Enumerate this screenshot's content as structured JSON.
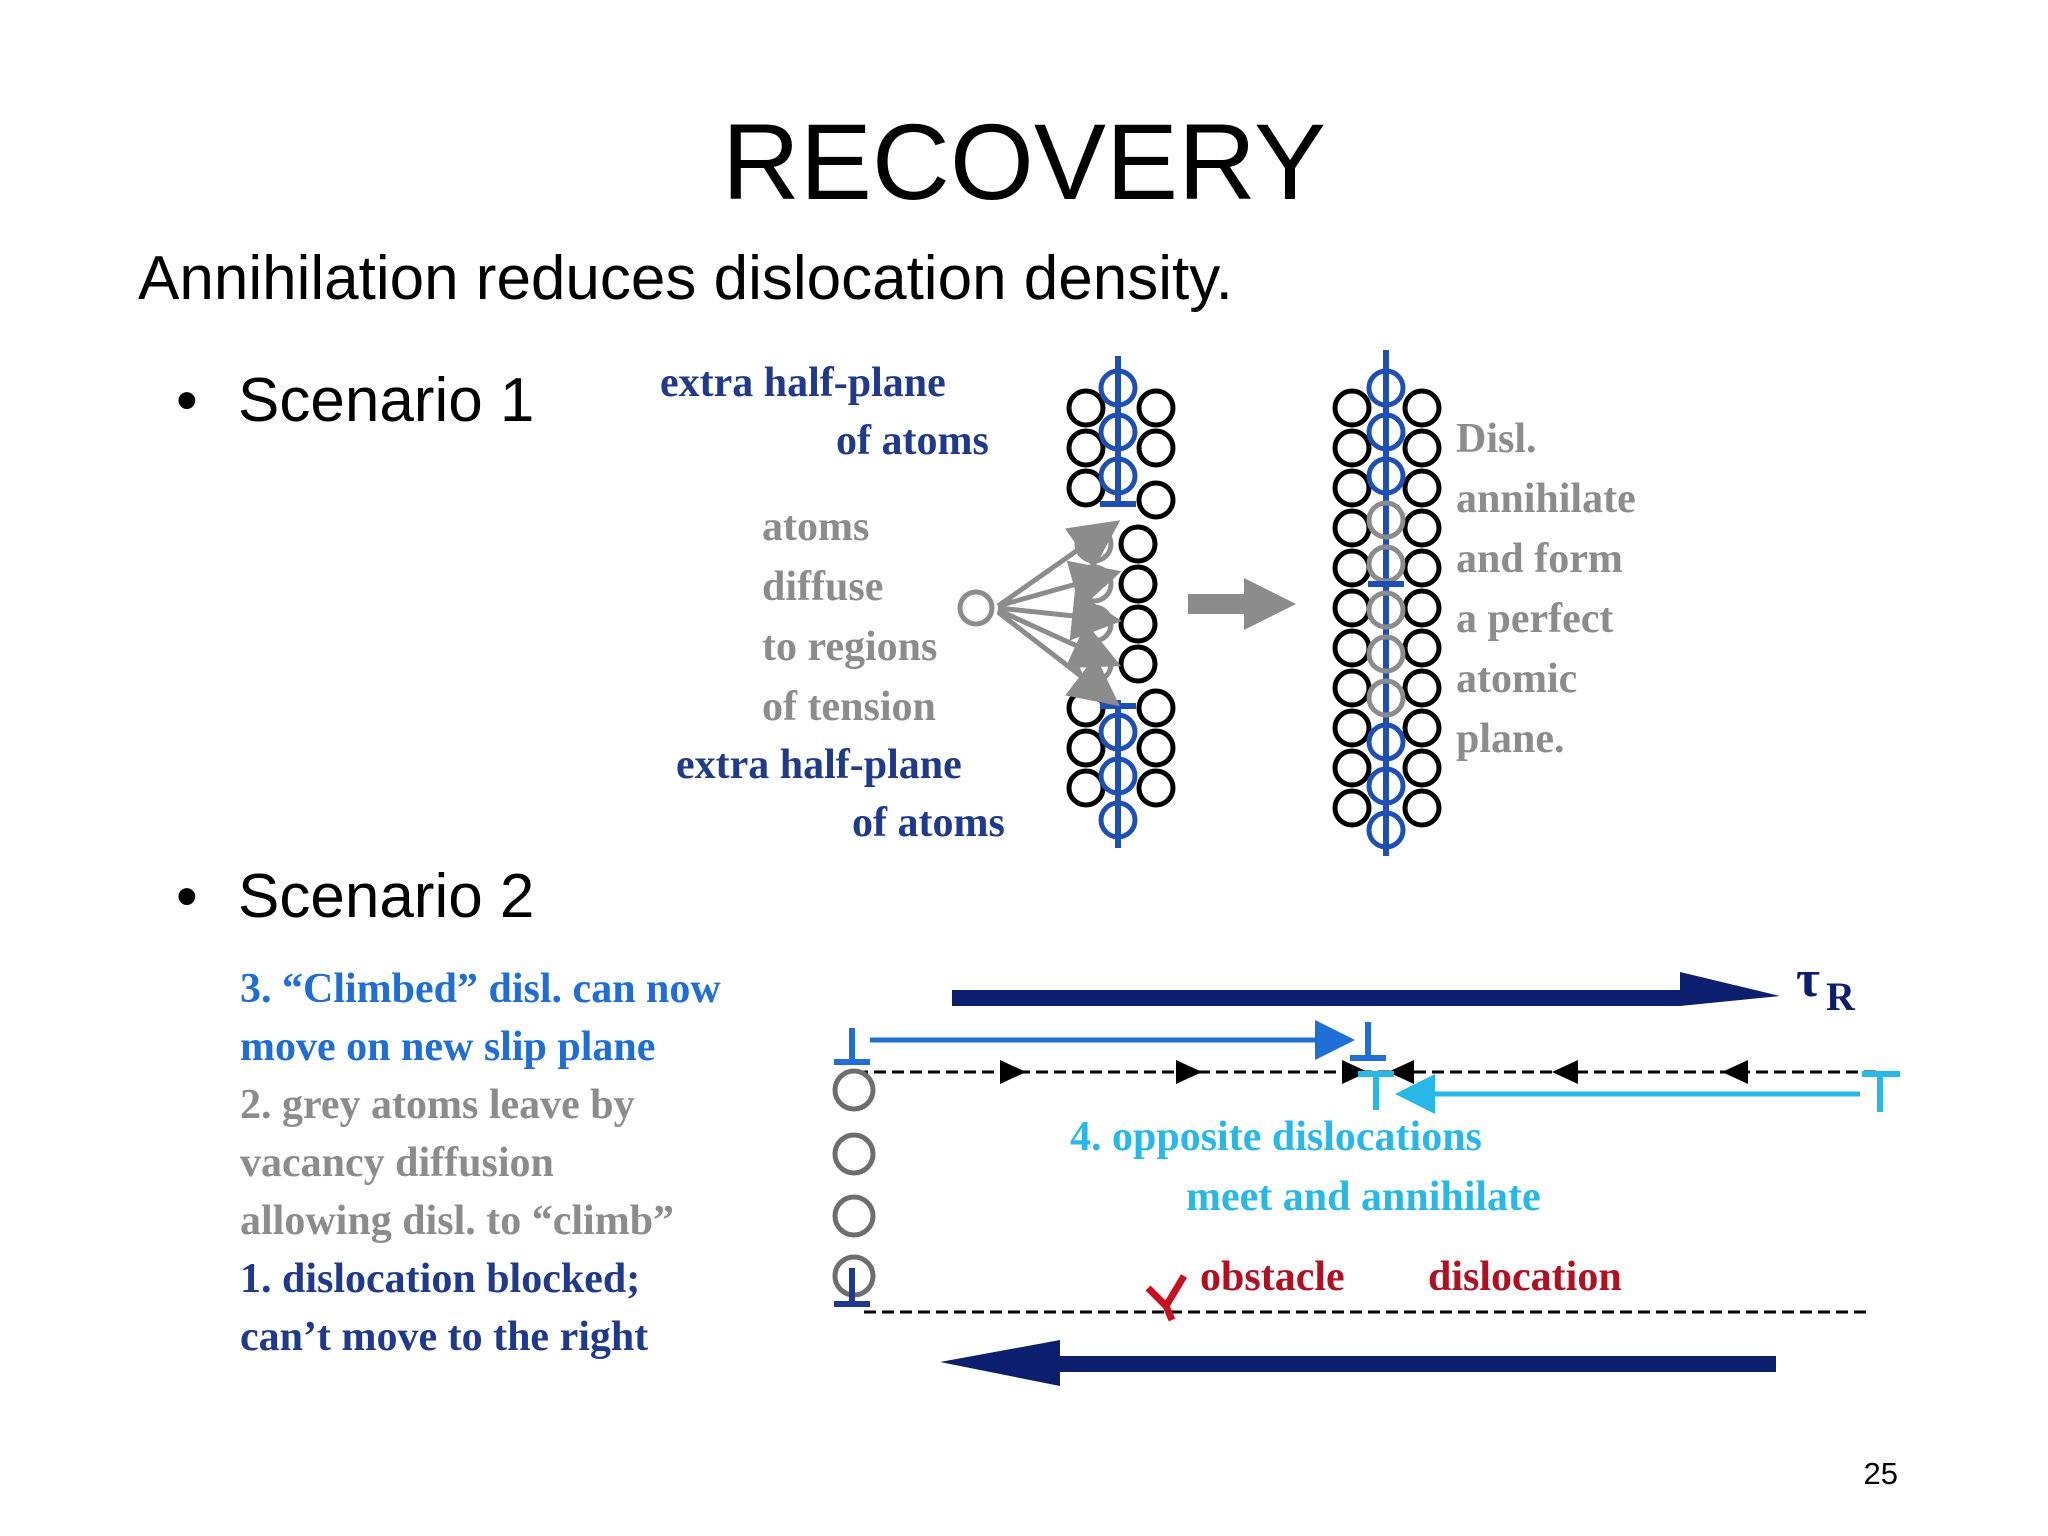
{
  "slide": {
    "title": "RECOVERY",
    "subtitle": "Annihilation reduces dislocation density.",
    "bullets": [
      {
        "marker": "•",
        "label": "Scenario 1"
      },
      {
        "marker": "•",
        "label": "Scenario 2"
      }
    ],
    "page_number": "25"
  },
  "scenario1": {
    "top_label_line1": "extra half-plane",
    "top_label_line2": "of atoms",
    "diffuse_lines": [
      "atoms",
      "diffuse",
      "to regions",
      "of tension"
    ],
    "bottom_label_line1": "extra half-plane",
    "bottom_label_line2": "of atoms",
    "result_lines": [
      "Disl.",
      "annihilate",
      "and form",
      "a perfect",
      "atomic",
      "plane."
    ]
  },
  "scenario2": {
    "step3_line1": "3.  “Climbed” disl. can now",
    "step3_line2": "move on new slip plane",
    "step2_line1": "2.  grey atoms leave by",
    "step2_line2": "vacancy diffusion",
    "step2_line3": "allowing disl. to “climb”",
    "step1_line1": "1.  dislocation blocked;",
    "step1_line2": "can’t move to the right",
    "step4_line1": "4.  opposite dislocations",
    "step4_line2": "meet and annihilate",
    "obstacle_label": "obstacle",
    "dislocation_label": "dislocation",
    "stress_symbol": "τ",
    "stress_subscript": "R"
  },
  "colors": {
    "navy": "#1f3a8c",
    "blue": "#1e6ed6",
    "cyan": "#28b8e8",
    "grey": "#8c8c8c",
    "red": "#b01020",
    "arrow_navy": "#0c1f6e"
  }
}
